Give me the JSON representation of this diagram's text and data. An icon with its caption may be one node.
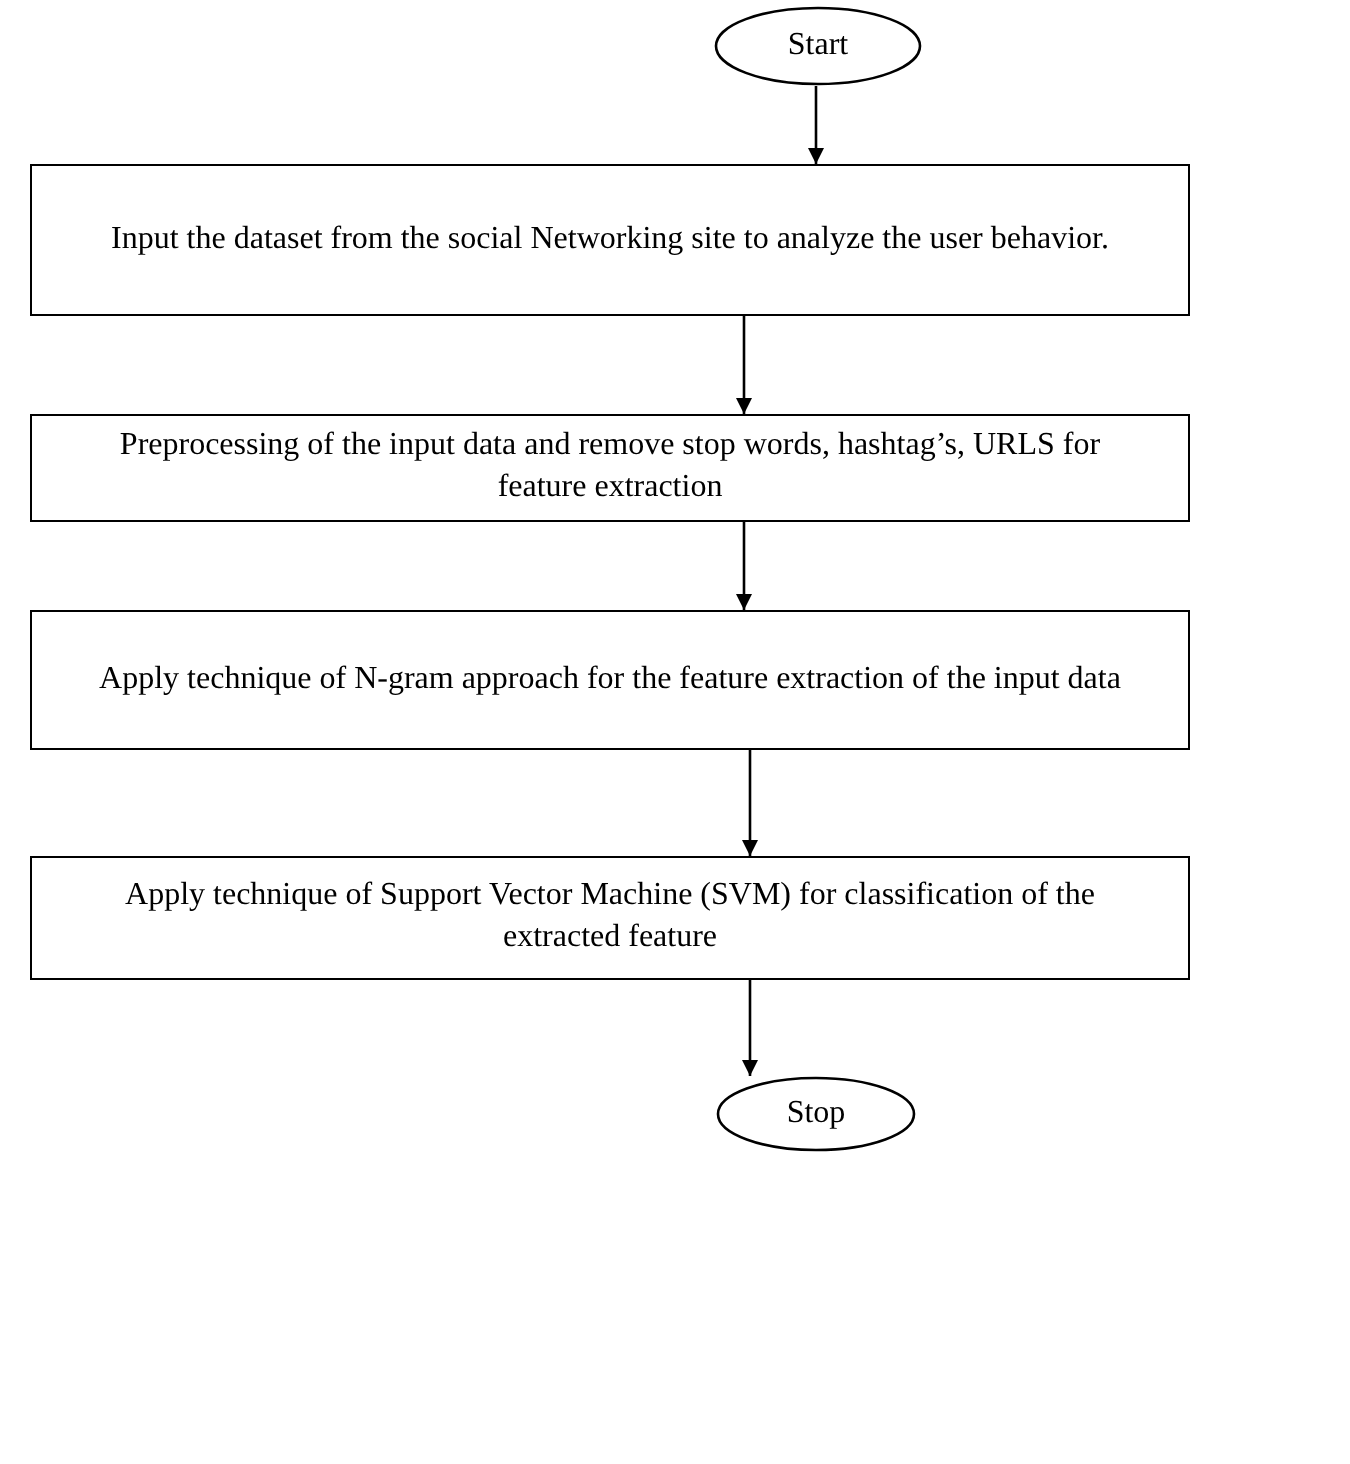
{
  "diagram": {
    "nodes": [
      {
        "text": [
          "Start"
        ]
      },
      {
        "text": [
          "Input the dataset from the social Networking site to analyze the user behavior."
        ]
      },
      {
        "text": [
          "Preprocessing of the input data and remove stop words, hashtag’s, URLS for feature extraction"
        ]
      },
      {
        "text": [
          "Apply technique of N-gram approach for the feature extraction of the input data"
        ]
      },
      {
        "text": [
          "Apply technique of Support Vector Machine (SVM) for classification of the extracted feature"
        ]
      },
      {
        "text": [
          "Stop"
        ]
      }
    ],
    "edges": [
      {
        "from": 0,
        "to": 1,
        "arrow": "to"
      },
      {
        "from": 1,
        "to": 2,
        "arrow": "to"
      },
      {
        "from": 2,
        "to": 3,
        "arrow": "to"
      },
      {
        "from": 3,
        "to": 4,
        "arrow": "to"
      },
      {
        "from": 4,
        "to": 5,
        "arrow": "to"
      }
    ]
  }
}
